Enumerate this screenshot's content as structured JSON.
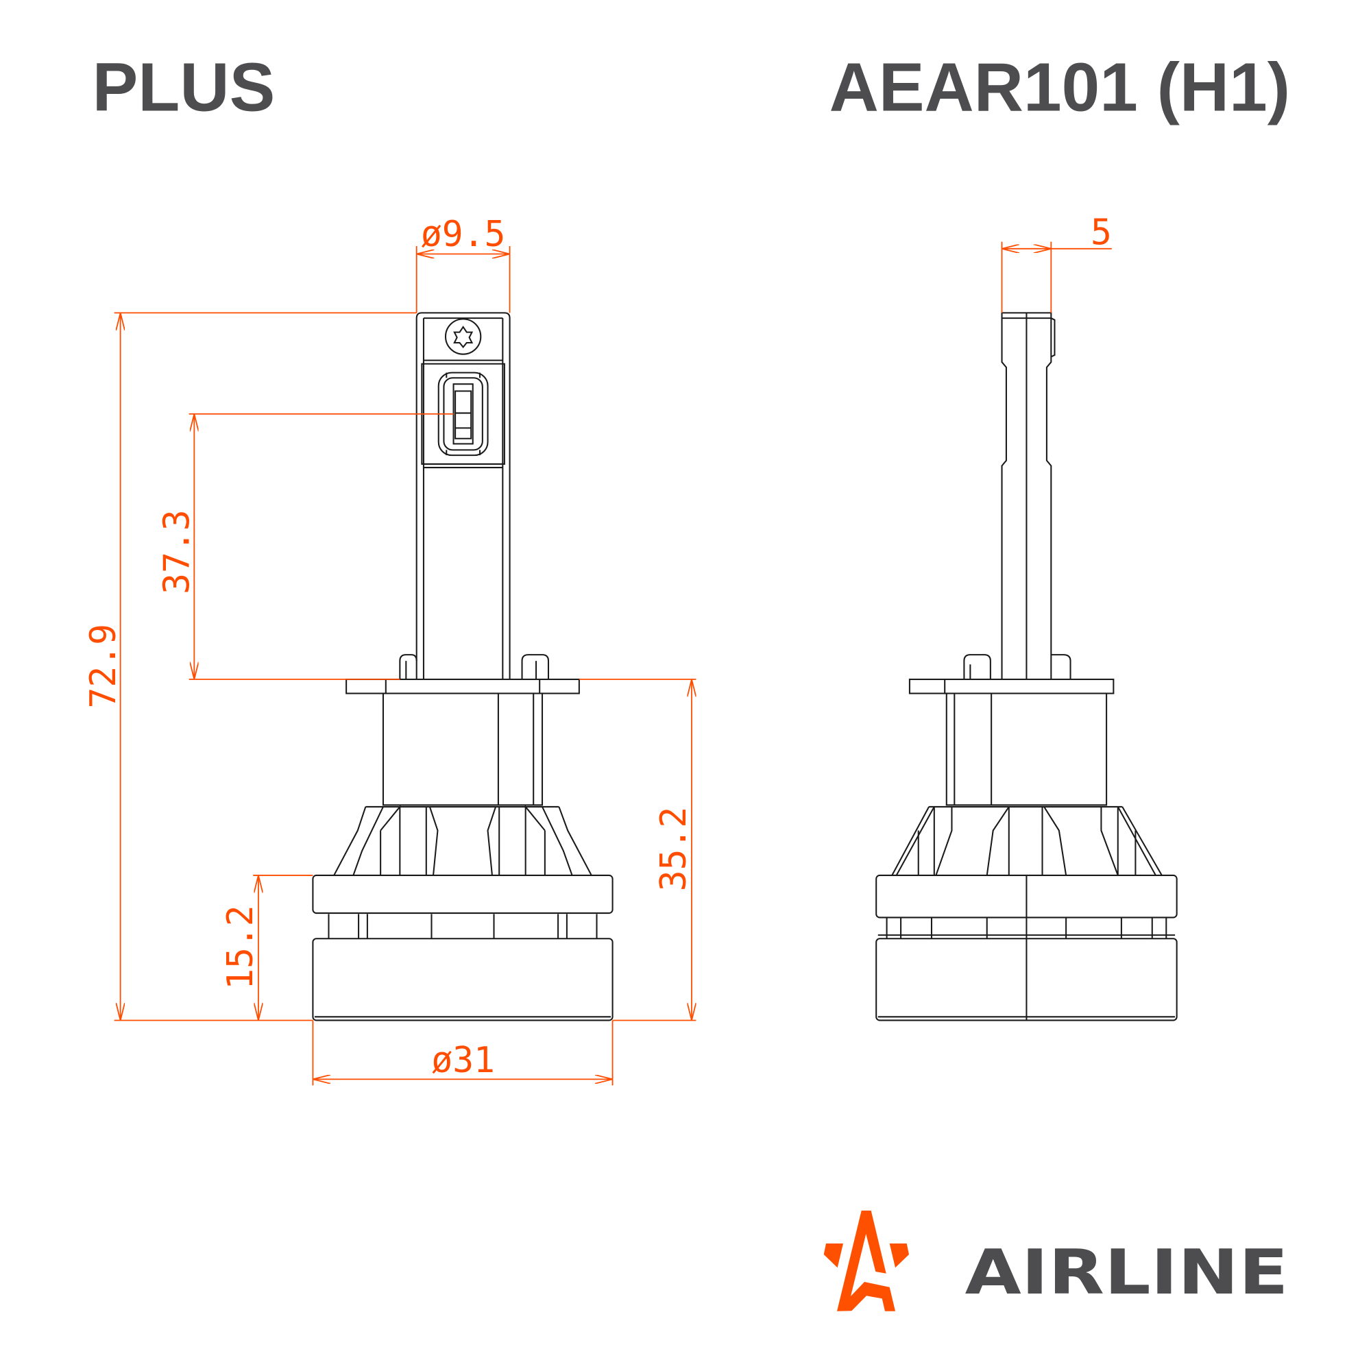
{
  "header": {
    "series": "PLUS",
    "model": "AEAR101 (H1)"
  },
  "dimensions": {
    "stem_diameter": "ø9.5",
    "stem_thickness": "5",
    "led_height": "37.3",
    "total_height": "72.9",
    "base_height": "35.2",
    "ring_height": "15.2",
    "base_diameter": "ø31"
  },
  "brand": {
    "name": "AIRLINE",
    "accent_color": "#ff5000",
    "text_color": "#4d4d4f"
  }
}
